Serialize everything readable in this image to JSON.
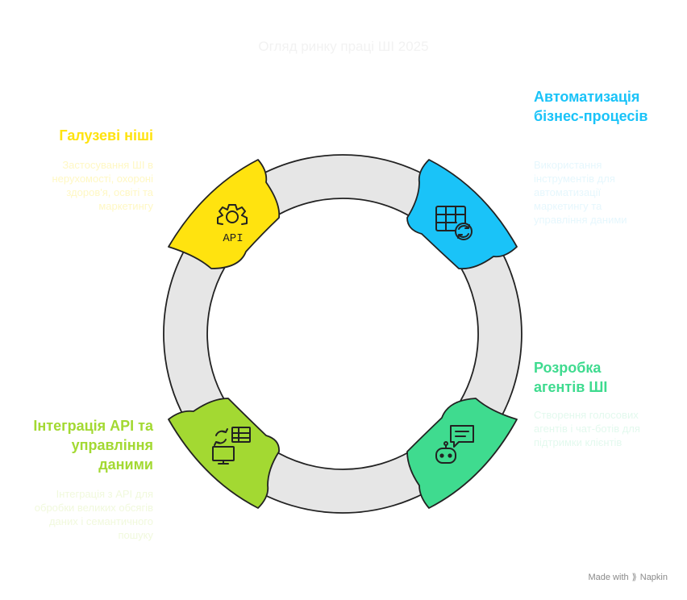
{
  "title": "Огляд ринку праці ШІ 2025",
  "colors": {
    "yellow": "#FFE30F",
    "blue": "#1AC3F8",
    "green": "#3FDB8F",
    "lime": "#A3D932",
    "ring": "#E6E6E6",
    "outline": "#222222"
  },
  "segments": [
    {
      "heading": "Галузеві ніші",
      "description": "Застосування ШІ в нерухомості, охороні здоров'я, освіті та маркетингу",
      "icon": "gear-api-icon",
      "icon_label": "API"
    },
    {
      "heading": "Автоматизація бізнес-процесів",
      "description": "Використання інструментів для автоматизації маркетингу та управління даними",
      "icon": "table-sync-icon"
    },
    {
      "heading": "Розробка агентів ШІ",
      "description": "Створення голосових агентів і чат-ботів для підтримки клієнтів",
      "icon": "robot-chat-icon"
    },
    {
      "heading": "Інтеграція API та управління даними",
      "description": "Інтеграція з API для обробки великих обсягів даних і семантичного пошуку",
      "icon": "sync-table-monitor-icon"
    }
  ],
  "footer": {
    "made_with": "Made with",
    "brand": "Napkin"
  }
}
